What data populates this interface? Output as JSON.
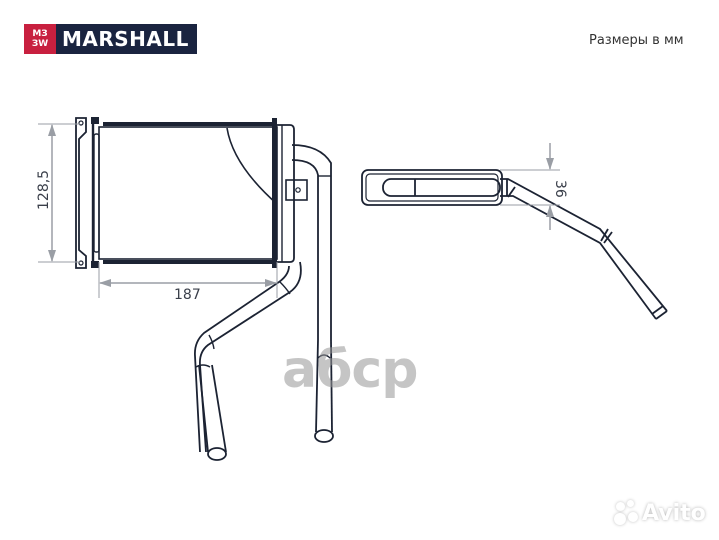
{
  "logo": {
    "mark": [
      "MЗ",
      "ЗW"
    ],
    "brand": "MARSHALL",
    "mark_color": "#c8203f",
    "brand_color": "#1a2440"
  },
  "header": {
    "units_label": "Размеры в мм"
  },
  "dimensions": {
    "height": "128,5",
    "width": "187",
    "depth": "36"
  },
  "watermarks": {
    "center": "aбcp",
    "corner": "Avito"
  },
  "colors": {
    "line": "#1c2333",
    "dimension_line": "#9a9ea5"
  }
}
